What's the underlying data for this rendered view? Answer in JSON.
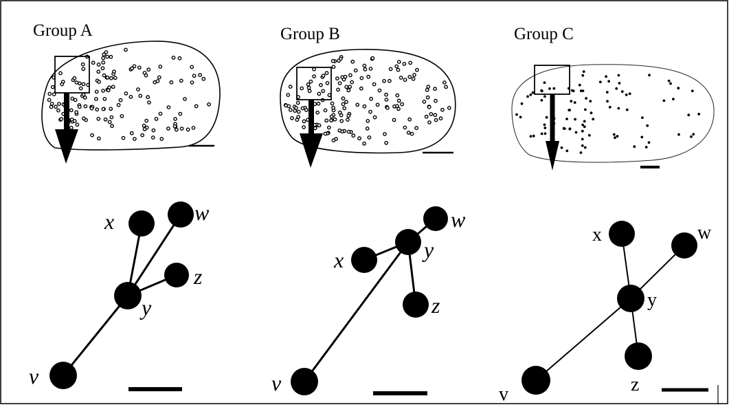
{
  "panels": [
    {
      "label": "Group A",
      "label_style": "italic",
      "node_labels": {
        "v": "v",
        "w": "w",
        "x": "x",
        "y": "y",
        "z": "z"
      }
    },
    {
      "label": "Group B",
      "label_style": "italic",
      "node_labels": {
        "v": "v",
        "w": "w",
        "x": "x",
        "y": "y",
        "z": "z"
      }
    },
    {
      "label": "Group C",
      "label_style": "upright",
      "node_labels": {
        "v": "v",
        "w": "w",
        "x": "x",
        "y": "y",
        "z": "z"
      }
    }
  ],
  "edges": [
    [
      "y",
      "x"
    ],
    [
      "y",
      "w"
    ],
    [
      "y",
      "z"
    ],
    [
      "y",
      "v"
    ]
  ],
  "colors": {
    "ink": "#000000",
    "background": "#ffffff"
  }
}
